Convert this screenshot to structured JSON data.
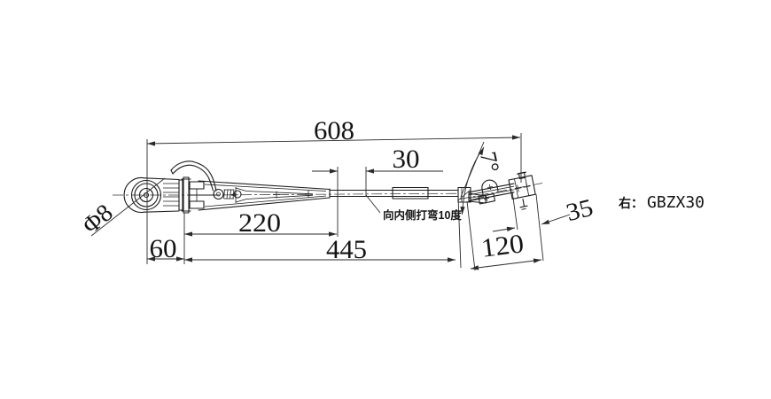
{
  "drawing": {
    "background_color": "#ffffff",
    "line_color": "#1c1c1c",
    "dimensions": {
      "overall_length": "608",
      "bend_segment_length": "30",
      "channel_length": "220",
      "straight_length": "445",
      "head_offset": "60",
      "tip_section_length": "120",
      "tip_end_length": "35",
      "tip_angle": "7°",
      "pivot_hole_diameter": "Φ8"
    },
    "notes": {
      "bend_note": "向内侧打弯10度",
      "part_label_prefix": "右：",
      "part_code": "GBZX30"
    }
  }
}
